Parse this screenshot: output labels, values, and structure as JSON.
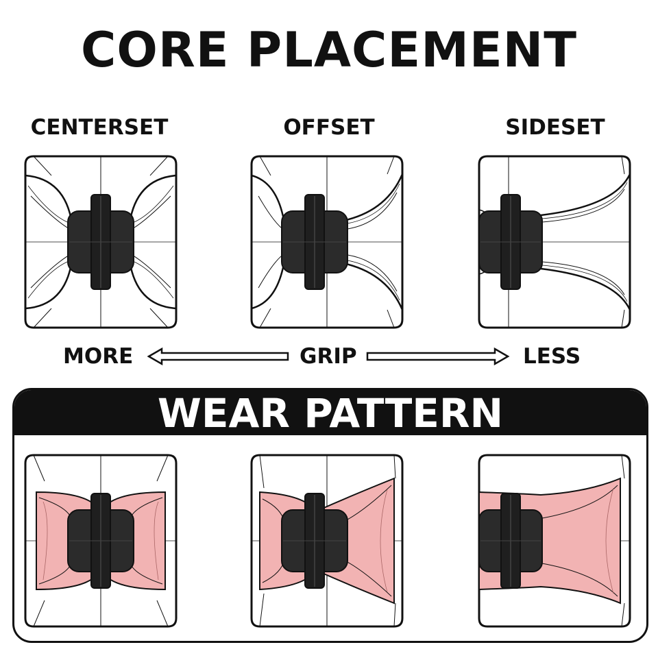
{
  "title": "CORE PLACEMENT",
  "columns": [
    "CENTERSET",
    "OFFSET",
    "SIDESET"
  ],
  "grip": {
    "more": "MORE",
    "label": "GRIP",
    "less": "LESS"
  },
  "wear": {
    "title": "WEAR PATTERN"
  },
  "colors": {
    "ink": "#111111",
    "core": "#2b2b2b",
    "wear": "#f2b3b3",
    "background": "#ffffff"
  }
}
